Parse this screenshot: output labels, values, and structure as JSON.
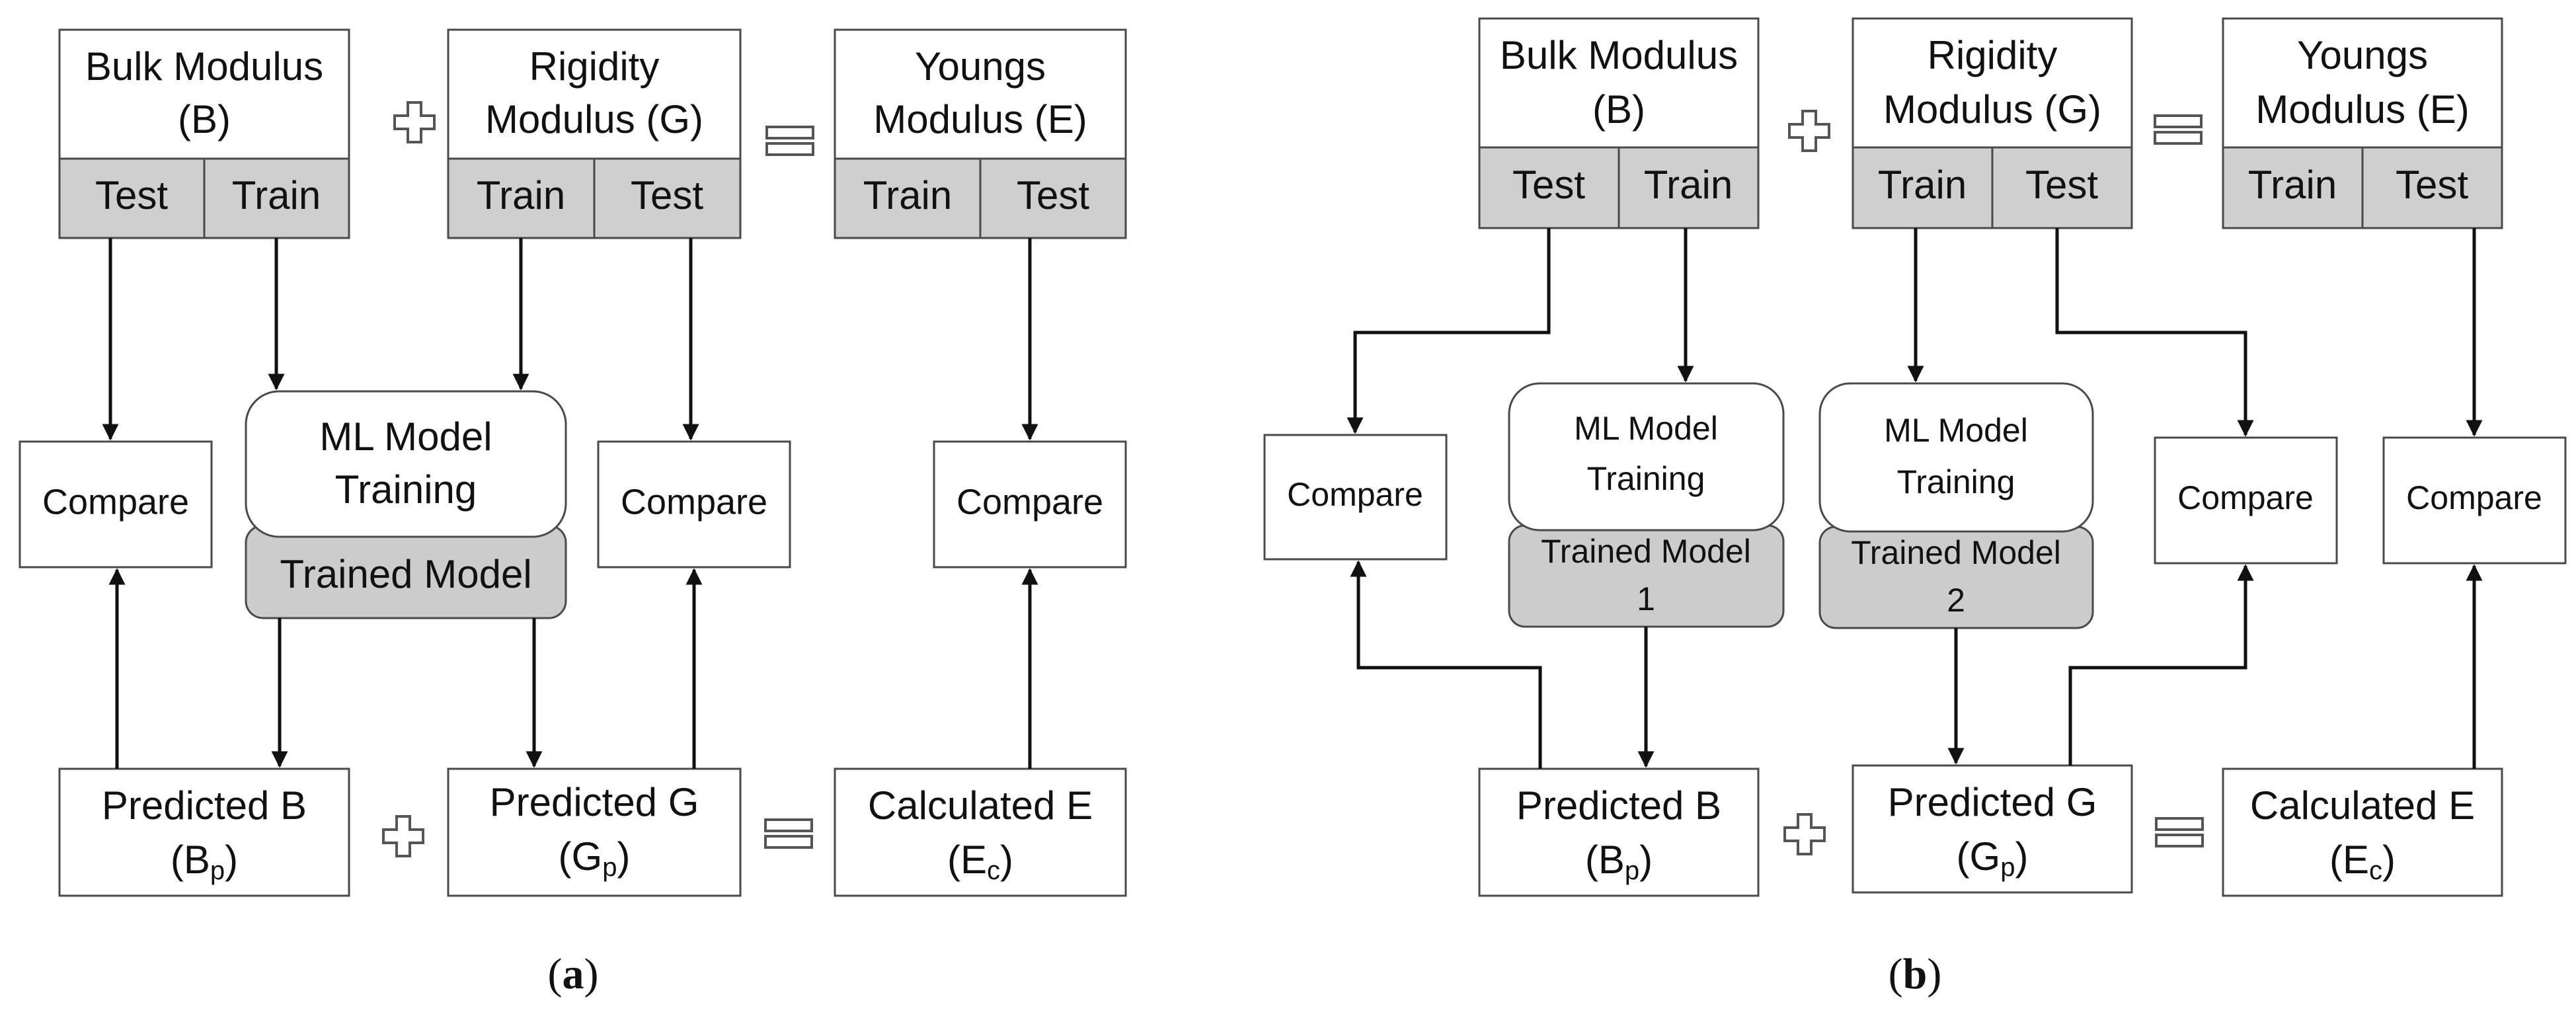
{
  "panel_a": {
    "caption_open": "(",
    "caption_letter": "a",
    "caption_close": ")",
    "bulk": {
      "line1": "Bulk Modulus",
      "line2": "(B)"
    },
    "rigidity": {
      "line1": "Rigidity",
      "line2": "Modulus (G)"
    },
    "youngs": {
      "line1": "Youngs",
      "line2": "Modulus (E)"
    },
    "bulk_split": [
      "Test",
      "Train"
    ],
    "rigidity_split": [
      "Train",
      "Test"
    ],
    "youngs_split": [
      "Train",
      "Test"
    ],
    "compare_labels": [
      "Compare",
      "Compare",
      "Compare"
    ],
    "ml": {
      "line1": "ML Model",
      "line2": "Training",
      "trained": "Trained Model"
    },
    "pred_b": {
      "line1": "Predicted B",
      "sym": "(B",
      "sub": "p",
      "close": ")"
    },
    "pred_g": {
      "line1": "Predicted G",
      "sym": "(G",
      "sub": "p",
      "close": ")"
    },
    "calc_e": {
      "line1": "Calculated E",
      "sym": "(E",
      "sub": "c",
      "close": ")"
    }
  },
  "panel_b": {
    "caption_open": "(",
    "caption_letter": "b",
    "caption_close": ")",
    "bulk": {
      "line1": "Bulk Modulus",
      "line2": "(B)"
    },
    "rigidity": {
      "line1": "Rigidity",
      "line2": "Modulus (G)"
    },
    "youngs": {
      "line1": "Youngs",
      "line2": "Modulus (E)"
    },
    "bulk_split": [
      "Test",
      "Train"
    ],
    "rigidity_split": [
      "Train",
      "Test"
    ],
    "youngs_split": [
      "Train",
      "Test"
    ],
    "compare_labels": [
      "Compare",
      "Compare",
      "Compare"
    ],
    "ml1": {
      "line1": "ML Model",
      "line2": "Training",
      "trained1": "Trained Model",
      "trained2": "1"
    },
    "ml2": {
      "line1": "ML Model",
      "line2": "Training",
      "trained1": "Trained Model",
      "trained2": "2"
    },
    "pred_b": {
      "line1": "Predicted B",
      "sym": "(B",
      "sub": "p",
      "close": ")"
    },
    "pred_g": {
      "line1": "Predicted G",
      "sym": "(G",
      "sub": "p",
      "close": ")"
    },
    "calc_e": {
      "line1": "Calculated E",
      "sym": "(E",
      "sub": "c",
      "close": ")"
    }
  }
}
